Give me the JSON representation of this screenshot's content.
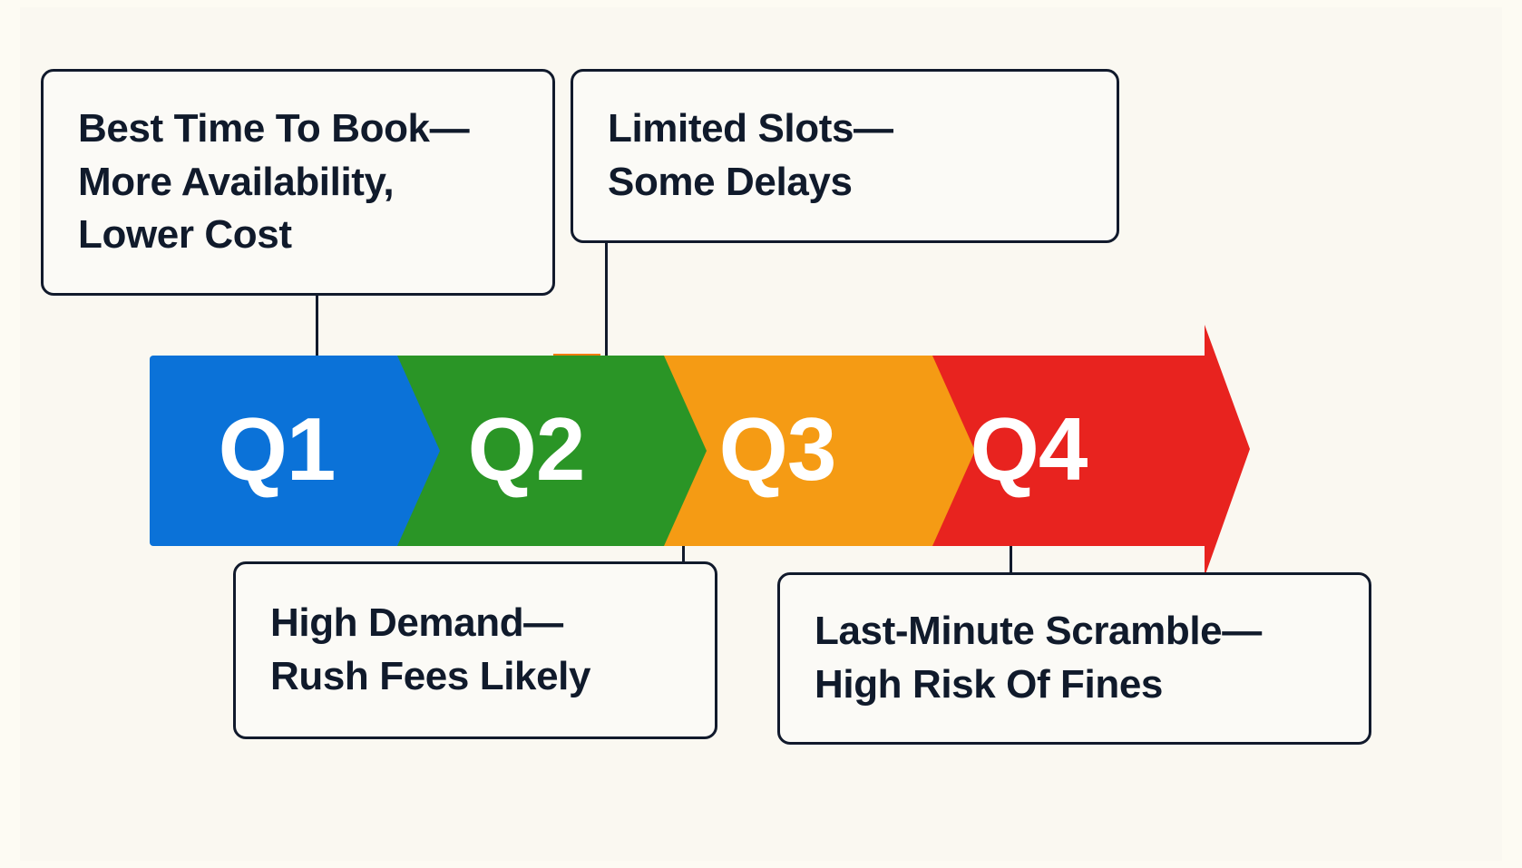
{
  "page": {
    "background_color": "#fdfbf3",
    "canvas_color": "#faf8f1",
    "ink_color": "#111a2c"
  },
  "chart_data": {
    "type": "diagram",
    "diagram_kind": "quarterly-timeline-arrow",
    "title": "",
    "categories": [
      "Q1",
      "Q2",
      "Q3",
      "Q4"
    ],
    "colors": [
      "#0b72d8",
      "#2a9526",
      "#f59b14",
      "#e8231f"
    ],
    "annotations": [
      {
        "quarter": "Q1",
        "position": "above",
        "text": "Best Time To Book—\nMore Availability,\nLower Cost"
      },
      {
        "quarter": "Q2",
        "position": "above",
        "text": "Limited Slots—\nSome Delays"
      },
      {
        "quarter": "Q3",
        "position": "below",
        "text": "High Demand—\nRush Fees Likely"
      },
      {
        "quarter": "Q4",
        "position": "below",
        "text": "Last-Minute Scramble—\nHigh Risk Of Fines"
      }
    ]
  },
  "arrow": {
    "segments": [
      {
        "label": "Q1",
        "color": "#0b72d8"
      },
      {
        "label": "Q2",
        "color": "#2a9526"
      },
      {
        "label": "Q3",
        "color": "#f59b14"
      },
      {
        "label": "Q4",
        "color": "#e8231f"
      }
    ]
  },
  "callouts": {
    "q1": {
      "line1": "Best Time To Book—",
      "line2": "More Availability,",
      "line3": "Lower Cost",
      "full": "Best Time To Book—\nMore Availability,\nLower Cost"
    },
    "q2": {
      "line1": "Limited Slots—",
      "line2": "Some Delays",
      "full": "Limited Slots—\nSome Delays"
    },
    "q3": {
      "line1": "High Demand—",
      "line2": "Rush Fees Likely",
      "full": "High Demand—\nRush Fees Likely"
    },
    "q4": {
      "line1": "Last-Minute Scramble—",
      "line2": "High Risk Of Fines",
      "full": "Last-Minute Scramble—\nHigh Risk Of Fines"
    }
  }
}
